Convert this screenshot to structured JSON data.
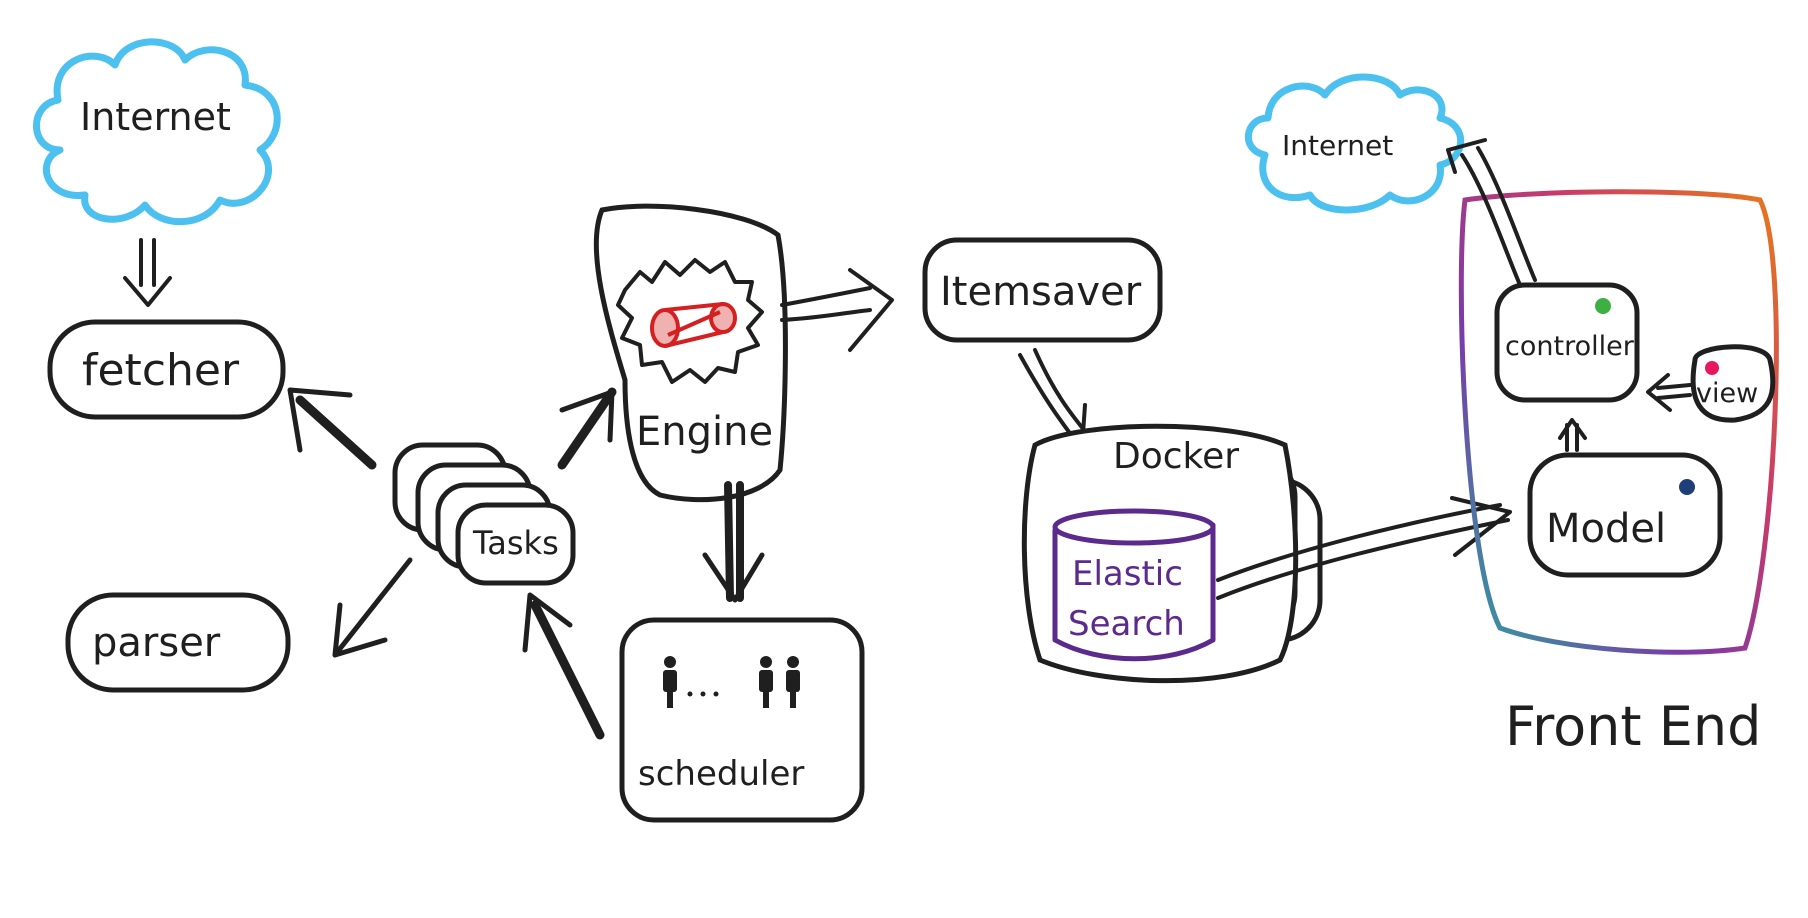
{
  "nodes": {
    "internet_left": "Internet",
    "fetcher": "fetcher",
    "parser": "parser",
    "tasks": "Tasks",
    "engine": "Engine",
    "scheduler": "scheduler",
    "itemsaver": "Itemsaver",
    "docker": "Docker",
    "elastic_line1": "Elastic",
    "elastic_line2": "Search",
    "internet_right": "Internet",
    "controller": "controller",
    "view": "view",
    "model": "Model",
    "front_end": "Front End"
  },
  "colors": {
    "ink": "#1f1f1f",
    "cloud": "#4cc0ee",
    "elastic": "#5b2a8c",
    "engine_red": "#d42020",
    "controller_dot": "#3cb043",
    "view_dot": "#e8185f",
    "model_dot": "#1f3f7a",
    "frontend_border": [
      "#2aa7a0",
      "#7a3aa8",
      "#c83a6a",
      "#e87a1a"
    ]
  },
  "icons": {
    "engine": "gear-icon",
    "scheduler": "people-icon"
  }
}
